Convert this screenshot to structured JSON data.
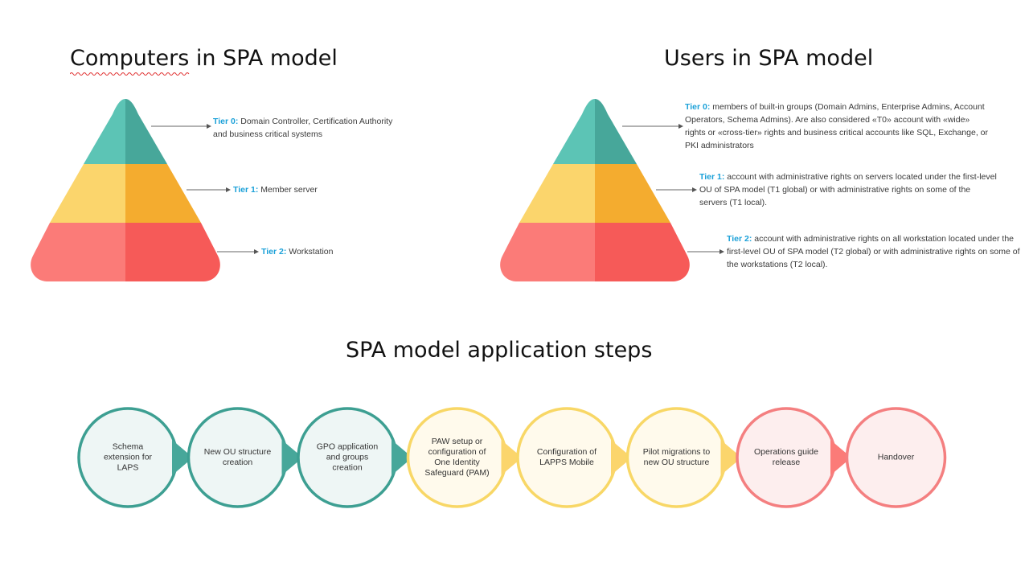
{
  "computers": {
    "title": "Computers in SPA model",
    "tiers": [
      {
        "label": "Tier 0:",
        "text": " Domain Controller, Certification Authority and business critical systems"
      },
      {
        "label": "Tier 1:",
        "text": " Member server"
      },
      {
        "label": "Tier 2:",
        "text": " Workstation"
      }
    ]
  },
  "users": {
    "title": "Users in SPA model",
    "tiers": [
      {
        "label": "Tier 0:",
        "text": " members of built-in groups (Domain Admins, Enterprise Admins, Account Operators, Schema Admins). Are also considered «T0» account with «wide» rights or «cross-tier» rights and business critical accounts like SQL, Exchange, or PKI administrators"
      },
      {
        "label": "Tier 1:",
        "text": " account with administrative rights on servers located under the first-level OU of SPA model (T1 global) or with administrative rights on some of the servers (T1 local)."
      },
      {
        "label": "Tier 2:",
        "text": " account with administrative rights on all workstation located under the first-level OU of SPA model (T2 global) or with administrative rights on some of the workstations (T2 local)."
      }
    ]
  },
  "steps": {
    "title": "SPA model application steps",
    "items": [
      {
        "label": "Schema extension for LAPS",
        "color": "teal"
      },
      {
        "label": "New OU structure creation",
        "color": "teal"
      },
      {
        "label": "GPO application and groups creation",
        "color": "teal"
      },
      {
        "label": "PAW setup or configuration of One Identity Safeguard (PAM)",
        "color": "yellow"
      },
      {
        "label": "Configuration of LAPPS Mobile",
        "color": "yellow"
      },
      {
        "label": "Pilot migrations to new OU structure",
        "color": "yellow"
      },
      {
        "label": "Operations guide release",
        "color": "red"
      },
      {
        "label": "Handover",
        "color": "red"
      }
    ]
  },
  "colors": {
    "teal_light": "#5cc4b5",
    "teal_dark": "#47a79a",
    "yellow_light": "#fbd56c",
    "yellow_dark": "#f4ac2f",
    "red_light": "#fb7b78",
    "red_dark": "#f65a58",
    "teal_fill": "#eef6f5",
    "yellow_fill": "#fffaec",
    "red_fill": "#fdeeee",
    "teal_stroke": "#3d9f92",
    "yellow_stroke": "#f8d766",
    "red_stroke": "#f47f80",
    "tier_label": "#1aa0d8",
    "spellcheck": "#e03030"
  }
}
